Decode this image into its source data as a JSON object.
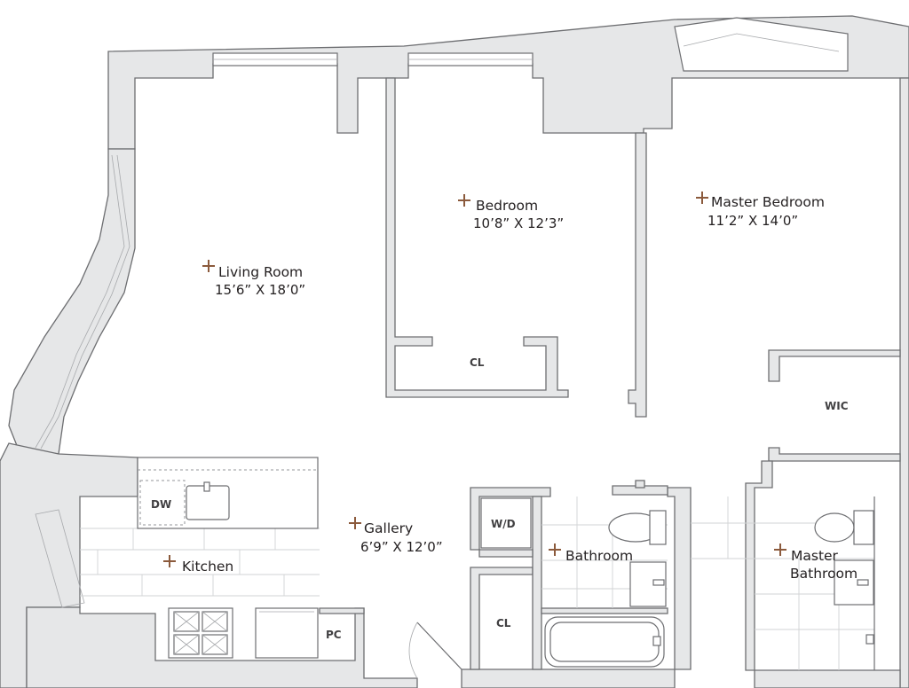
{
  "rooms": {
    "living_room": {
      "name": "Living Room",
      "dims": "15’6” X 18’0”"
    },
    "bedroom": {
      "name": "Bedroom",
      "dims": "10’8” X 12’3”"
    },
    "master_bedroom": {
      "name": "Master Bedroom",
      "dims": "11’2” X 14’0”"
    },
    "gallery": {
      "name": "Gallery",
      "dims": "6’9” X 12’0”"
    },
    "kitchen": {
      "name": "Kitchen"
    },
    "bathroom": {
      "name": "Bathroom"
    },
    "master_bathroom": {
      "name_line1": "Master",
      "name_line2": "Bathroom"
    }
  },
  "tags": {
    "bedroom_closet": "CL",
    "hall_closet": "CL",
    "walk_in_closet": "WIC",
    "dishwasher": "DW",
    "washer_dryer": "W/D",
    "pantry_closet": "PC"
  },
  "colors": {
    "wall_fill": "#e6e7e8",
    "wall_stroke": "#6d6e71",
    "marker": "#8b5a3c",
    "text": "#231f20"
  }
}
